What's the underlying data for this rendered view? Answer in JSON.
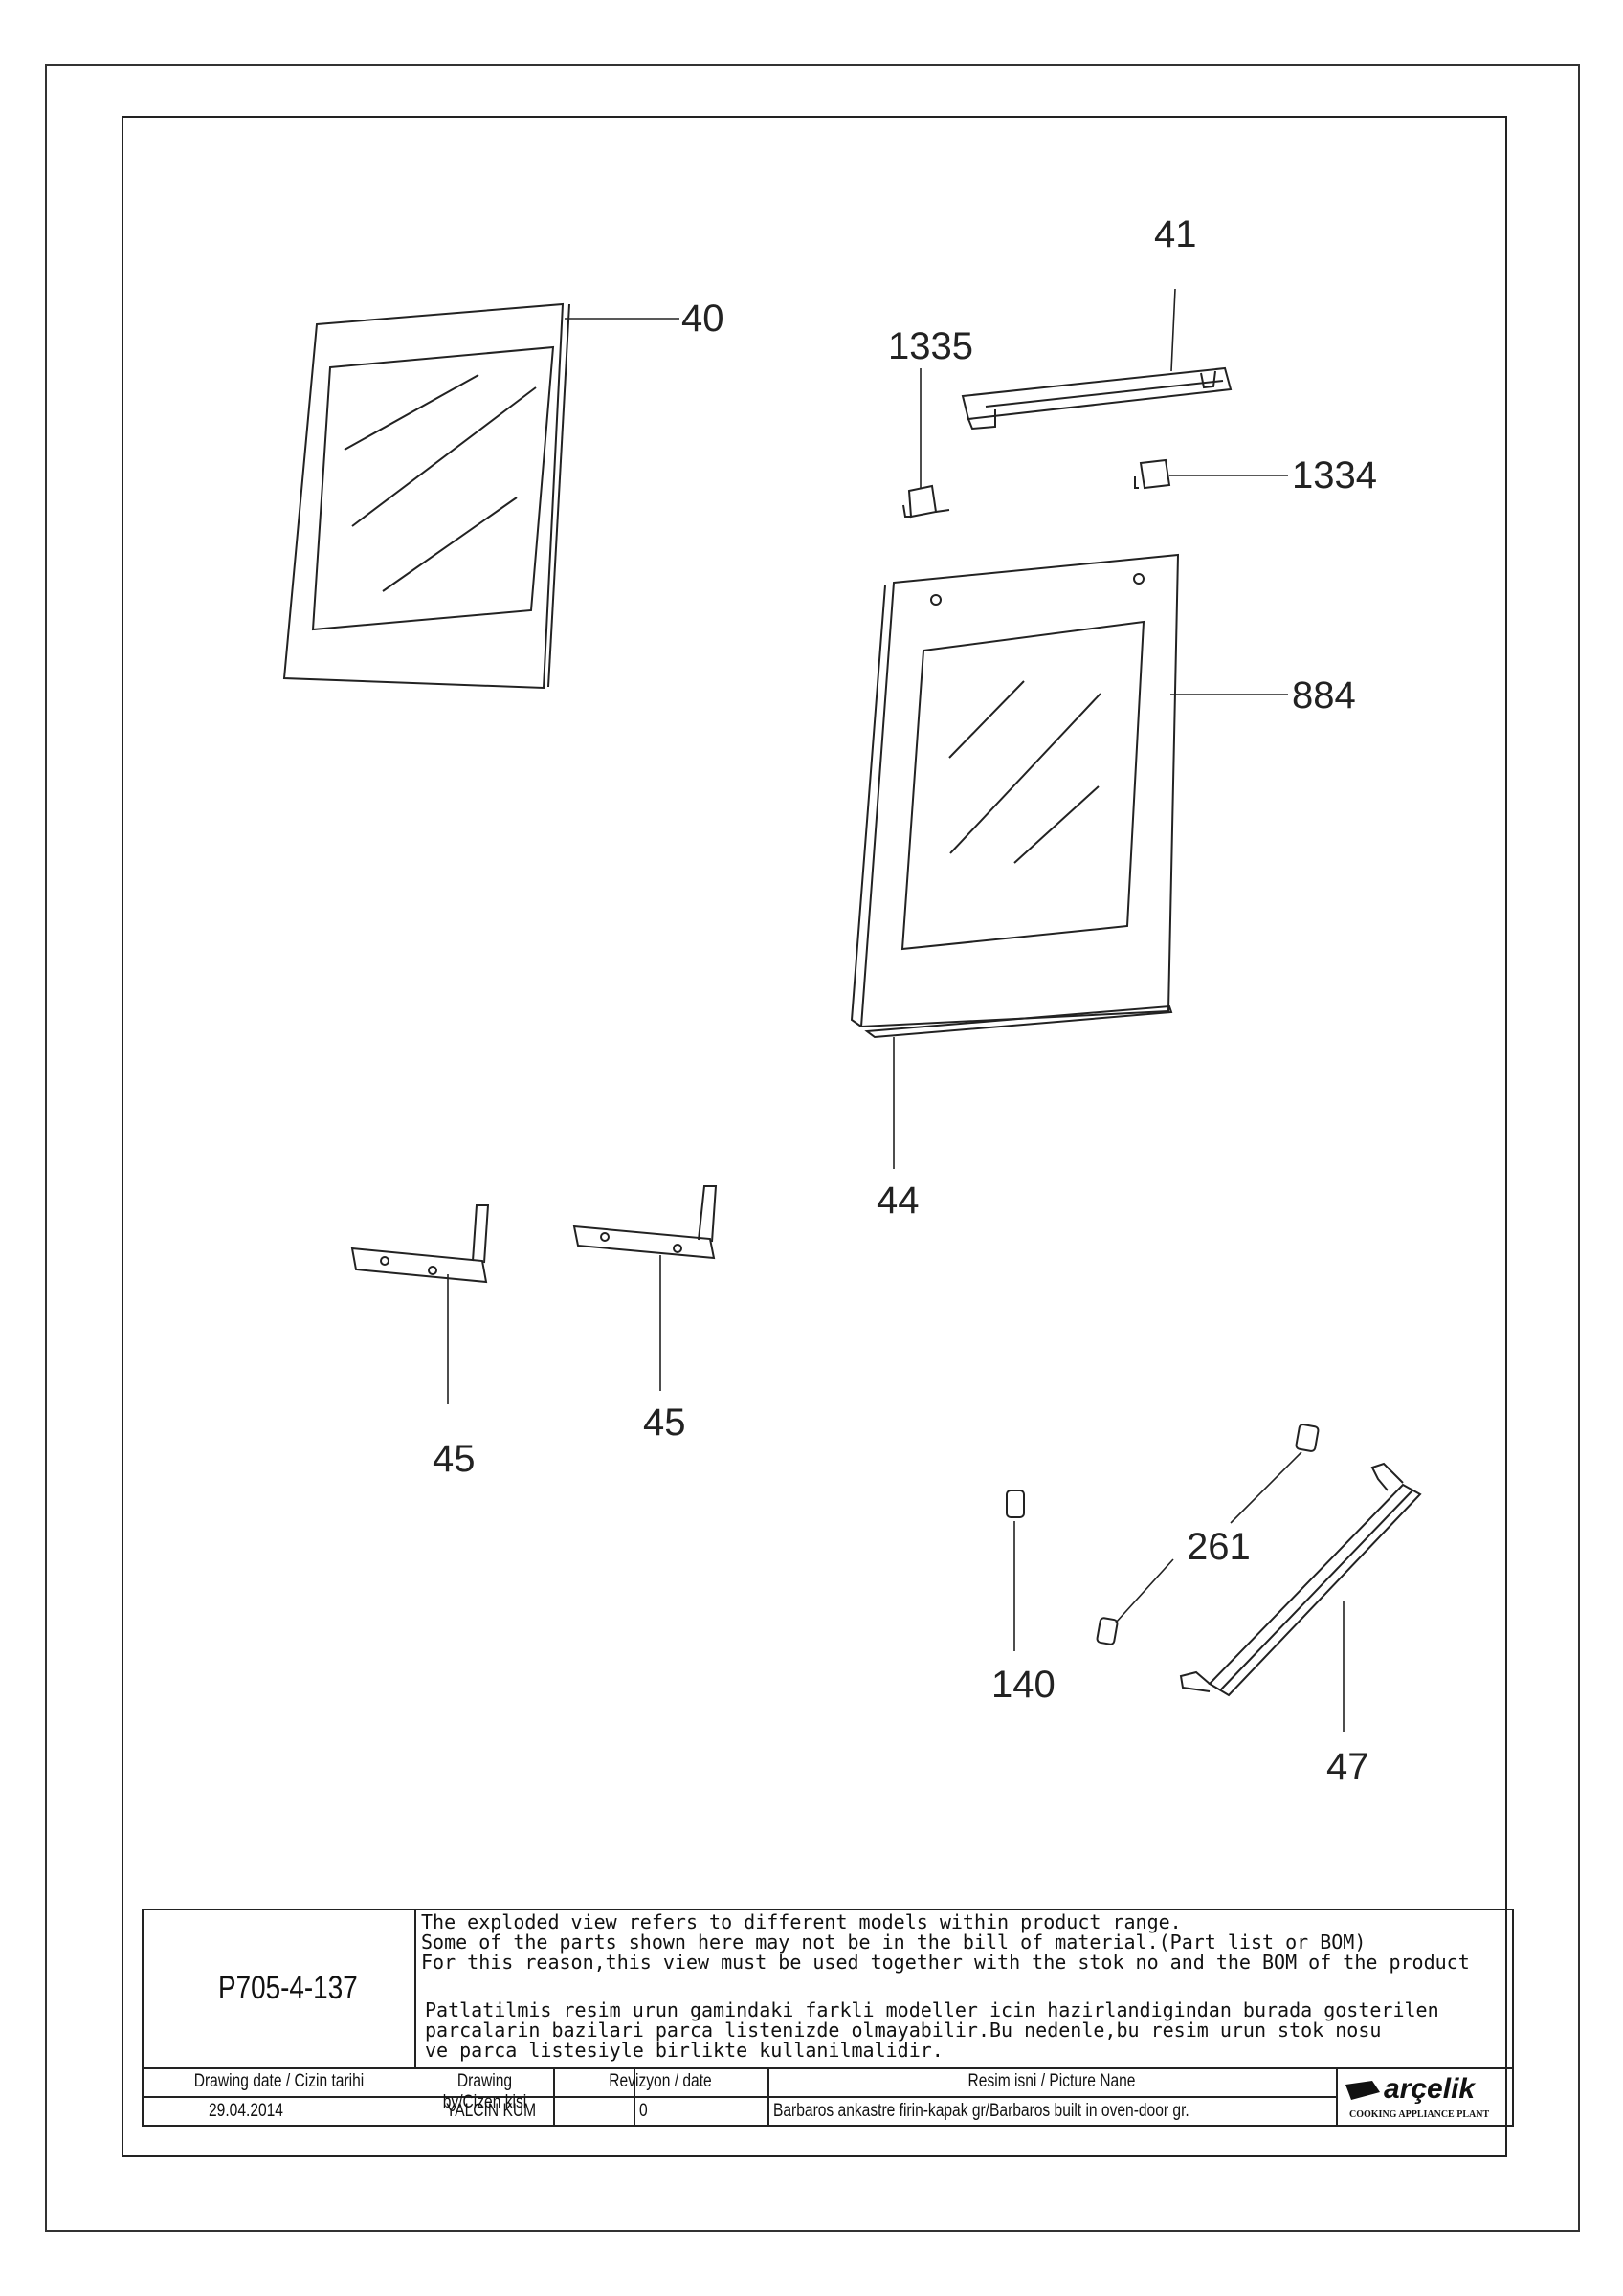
{
  "callouts": [
    "40",
    "41",
    "1335",
    "1334",
    "884",
    "44",
    "45",
    "45",
    "261",
    "140",
    "47"
  ],
  "title_block": {
    "drawing_no": "P705-4-137",
    "note_en": [
      "The exploded view refers to different models within product range.",
      "Some of the parts shown here may not be in the bill of material.(Part list or BOM)",
      "For this reason,this view must be used together with the stok no and the BOM of the product"
    ],
    "note_tr": [
      "Patlatilmis resim urun gamindaki farkli modeller icin hazirlandigindan burada gosterilen",
      "parcalarin bazilari parca listenizde olmayabilir.Bu nedenle,bu resim urun stok nosu",
      "ve parca listesiyle birlikte kullanilmalidir."
    ],
    "headers": {
      "drawing_date": "Drawing date / Cizin tarihi",
      "drawing_by": "Drawing by/Cizen kisi",
      "revision": "Revizyon / date",
      "picture_name": "Resim isni / Picture Nane"
    },
    "values": {
      "drawing_date": "29.04.2014",
      "drawing_by": "YALCIN KUM",
      "revision": "0",
      "picture_name": "Barbaros ankastre firin-kapak gr/Barbaros built in oven-door gr."
    },
    "logo": {
      "brand": "arçelik",
      "subtitle": "COOKING APPLIANCE PLANT"
    }
  }
}
